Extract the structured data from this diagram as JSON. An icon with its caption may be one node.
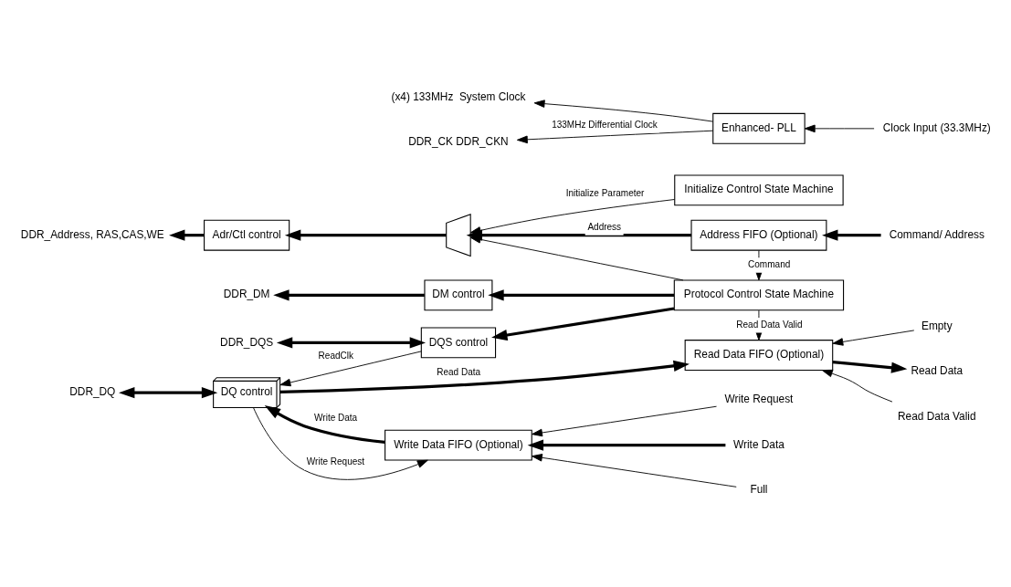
{
  "diagram": {
    "nodes": [
      {
        "text": [
          "DDR_Address, RAS,CAS,WE"
        ]
      },
      {
        "text": [
          "Adr/Ctl control"
        ]
      },
      {
        "text": [],
        "shape": "trapezoid"
      },
      {
        "text": [
          "Initialize Control State Machine"
        ]
      },
      {
        "text": [
          "Address FIFO (Optional)"
        ]
      },
      {
        "text": [
          "Command/ Address"
        ]
      },
      {
        "text": [
          "DDR_DM"
        ]
      },
      {
        "text": [
          "DM control"
        ]
      },
      {
        "text": [
          "DDR_DQS"
        ]
      },
      {
        "text": [
          "DQS control"
        ]
      },
      {
        "text": [
          "Protocol Control State Machine"
        ]
      },
      {
        "text": [
          "Empty"
        ]
      },
      {
        "text": [
          "Read Data FIFO (Optional)"
        ]
      },
      {
        "text": [
          "Read Data Valid"
        ]
      },
      {
        "text": [
          "Read Data"
        ]
      },
      {
        "text": [
          "DDR_DQ"
        ]
      },
      {
        "text": [
          "DQ control"
        ]
      },
      {
        "text": [
          "Write Data FIFO (Optional)"
        ]
      },
      {
        "text": [
          "Write Request"
        ]
      },
      {
        "text": [
          "Write Data"
        ]
      },
      {
        "text": [
          "Full"
        ]
      },
      {
        "text": [
          "(x4) 133MHz  System Clock"
        ]
      },
      {
        "text": [
          "DDR_CK DDR_CKN"
        ]
      },
      {
        "text": [
          "Enhanced- PLL"
        ]
      },
      {
        "text": [
          "Clock Input (33.3MHz)"
        ]
      }
    ],
    "edges": [
      {
        "from": 1,
        "to": 0,
        "arrow": "to",
        "style": "thick"
      },
      {
        "from": 2,
        "to": 1,
        "arrow": "to",
        "style": "thick"
      },
      {
        "from": 3,
        "to": 2,
        "arrow": "to",
        "label": "Initialize Parameter"
      },
      {
        "from": 4,
        "to": 2,
        "arrow": "to",
        "label": "Address",
        "style": "thick"
      },
      {
        "from": 5,
        "to": 4,
        "arrow": "to",
        "style": "thick"
      },
      {
        "from": 4,
        "to": 10,
        "arrow": "to",
        "label": "Command"
      },
      {
        "from": 10,
        "to": 2,
        "arrow": "to"
      },
      {
        "from": 10,
        "to": 7,
        "arrow": "to",
        "style": "thick"
      },
      {
        "from": 7,
        "to": 6,
        "arrow": "to",
        "style": "thick"
      },
      {
        "from": 10,
        "to": 9,
        "arrow": "to",
        "style": "thick"
      },
      {
        "from": 9,
        "to": 8,
        "arrow": "both",
        "style": "thick"
      },
      {
        "from": 9,
        "to": 16,
        "arrow": "to",
        "label": "ReadClk"
      },
      {
        "from": 16,
        "to": 15,
        "arrow": "both",
        "style": "thick"
      },
      {
        "from": 10,
        "to": 12,
        "arrow": "to",
        "label": "Read Data Valid"
      },
      {
        "from": 16,
        "to": 12,
        "arrow": "to",
        "label": "Read Data",
        "style": "thick"
      },
      {
        "from": 16,
        "to": 17,
        "arrow": "to",
        "label": "Write Request"
      },
      {
        "from": 17,
        "to": 16,
        "arrow": "to",
        "label": "Write Data",
        "style": "thick"
      },
      {
        "from": 11,
        "to": 12,
        "arrow": "to"
      },
      {
        "from": 13,
        "to": 12,
        "arrow": "to"
      },
      {
        "from": 12,
        "to": 14,
        "arrow": "to",
        "style": "thick"
      },
      {
        "from": 18,
        "to": 17,
        "arrow": "to"
      },
      {
        "from": 19,
        "to": 17,
        "arrow": "to",
        "style": "thick"
      },
      {
        "from": 20,
        "to": 17,
        "arrow": "to"
      },
      {
        "from": 23,
        "to": 21,
        "arrow": "to"
      },
      {
        "from": 23,
        "to": 22,
        "arrow": "to",
        "label": "133MHz Differential Clock"
      },
      {
        "from": 24,
        "to": 23,
        "arrow": "to"
      }
    ]
  }
}
